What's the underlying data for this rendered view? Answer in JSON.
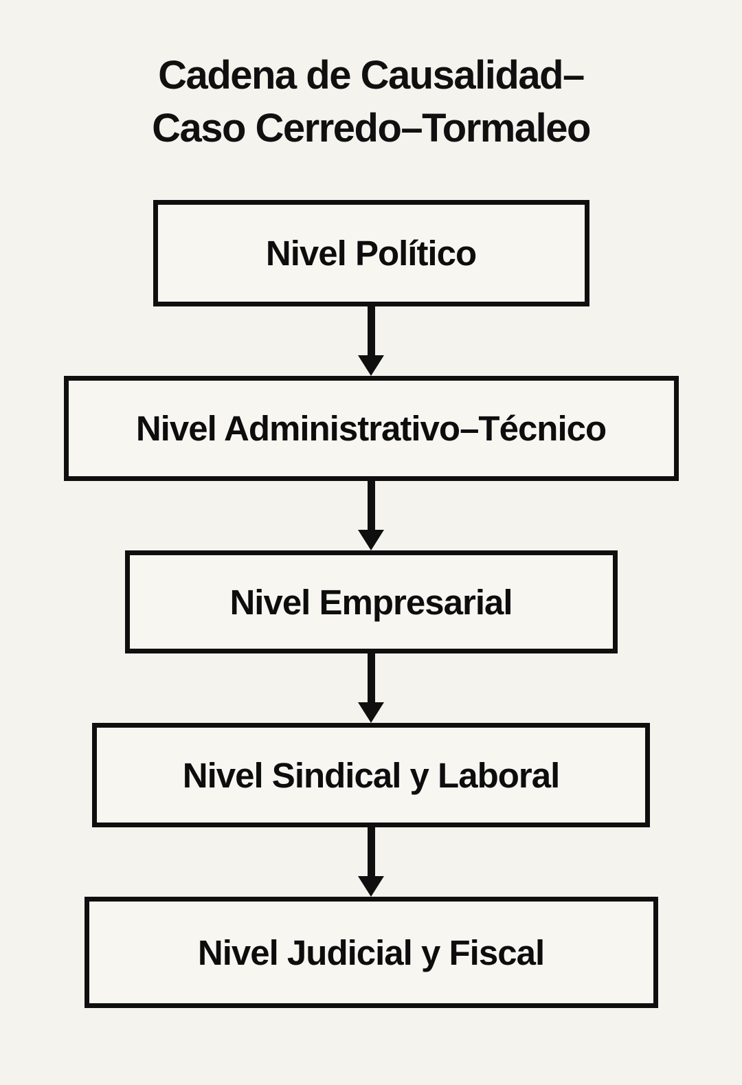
{
  "title": {
    "line1": "Cadena de Causalidad–",
    "line2": "Caso Cerredo–Tormaleo"
  },
  "diagram": {
    "type": "flowchart",
    "direction": "top-down",
    "connector_style": "solid-arrow-down",
    "nodes": [
      {
        "id": "nivel-politico",
        "label": "Nivel Político"
      },
      {
        "id": "nivel-administrativo-tecnico",
        "label": "Nivel Administrativo–Técnico"
      },
      {
        "id": "nivel-empresarial",
        "label": "Nivel Empresarial"
      },
      {
        "id": "nivel-sindical-laboral",
        "label": "Nivel Sindical y Laboral"
      },
      {
        "id": "nivel-judicial-fiscal",
        "label": "Nivel Judicial y Fiscal"
      }
    ]
  },
  "colors": {
    "background": "#f4f3ee",
    "box_fill": "#f7f6f1",
    "ink": "#0f0f0f"
  }
}
